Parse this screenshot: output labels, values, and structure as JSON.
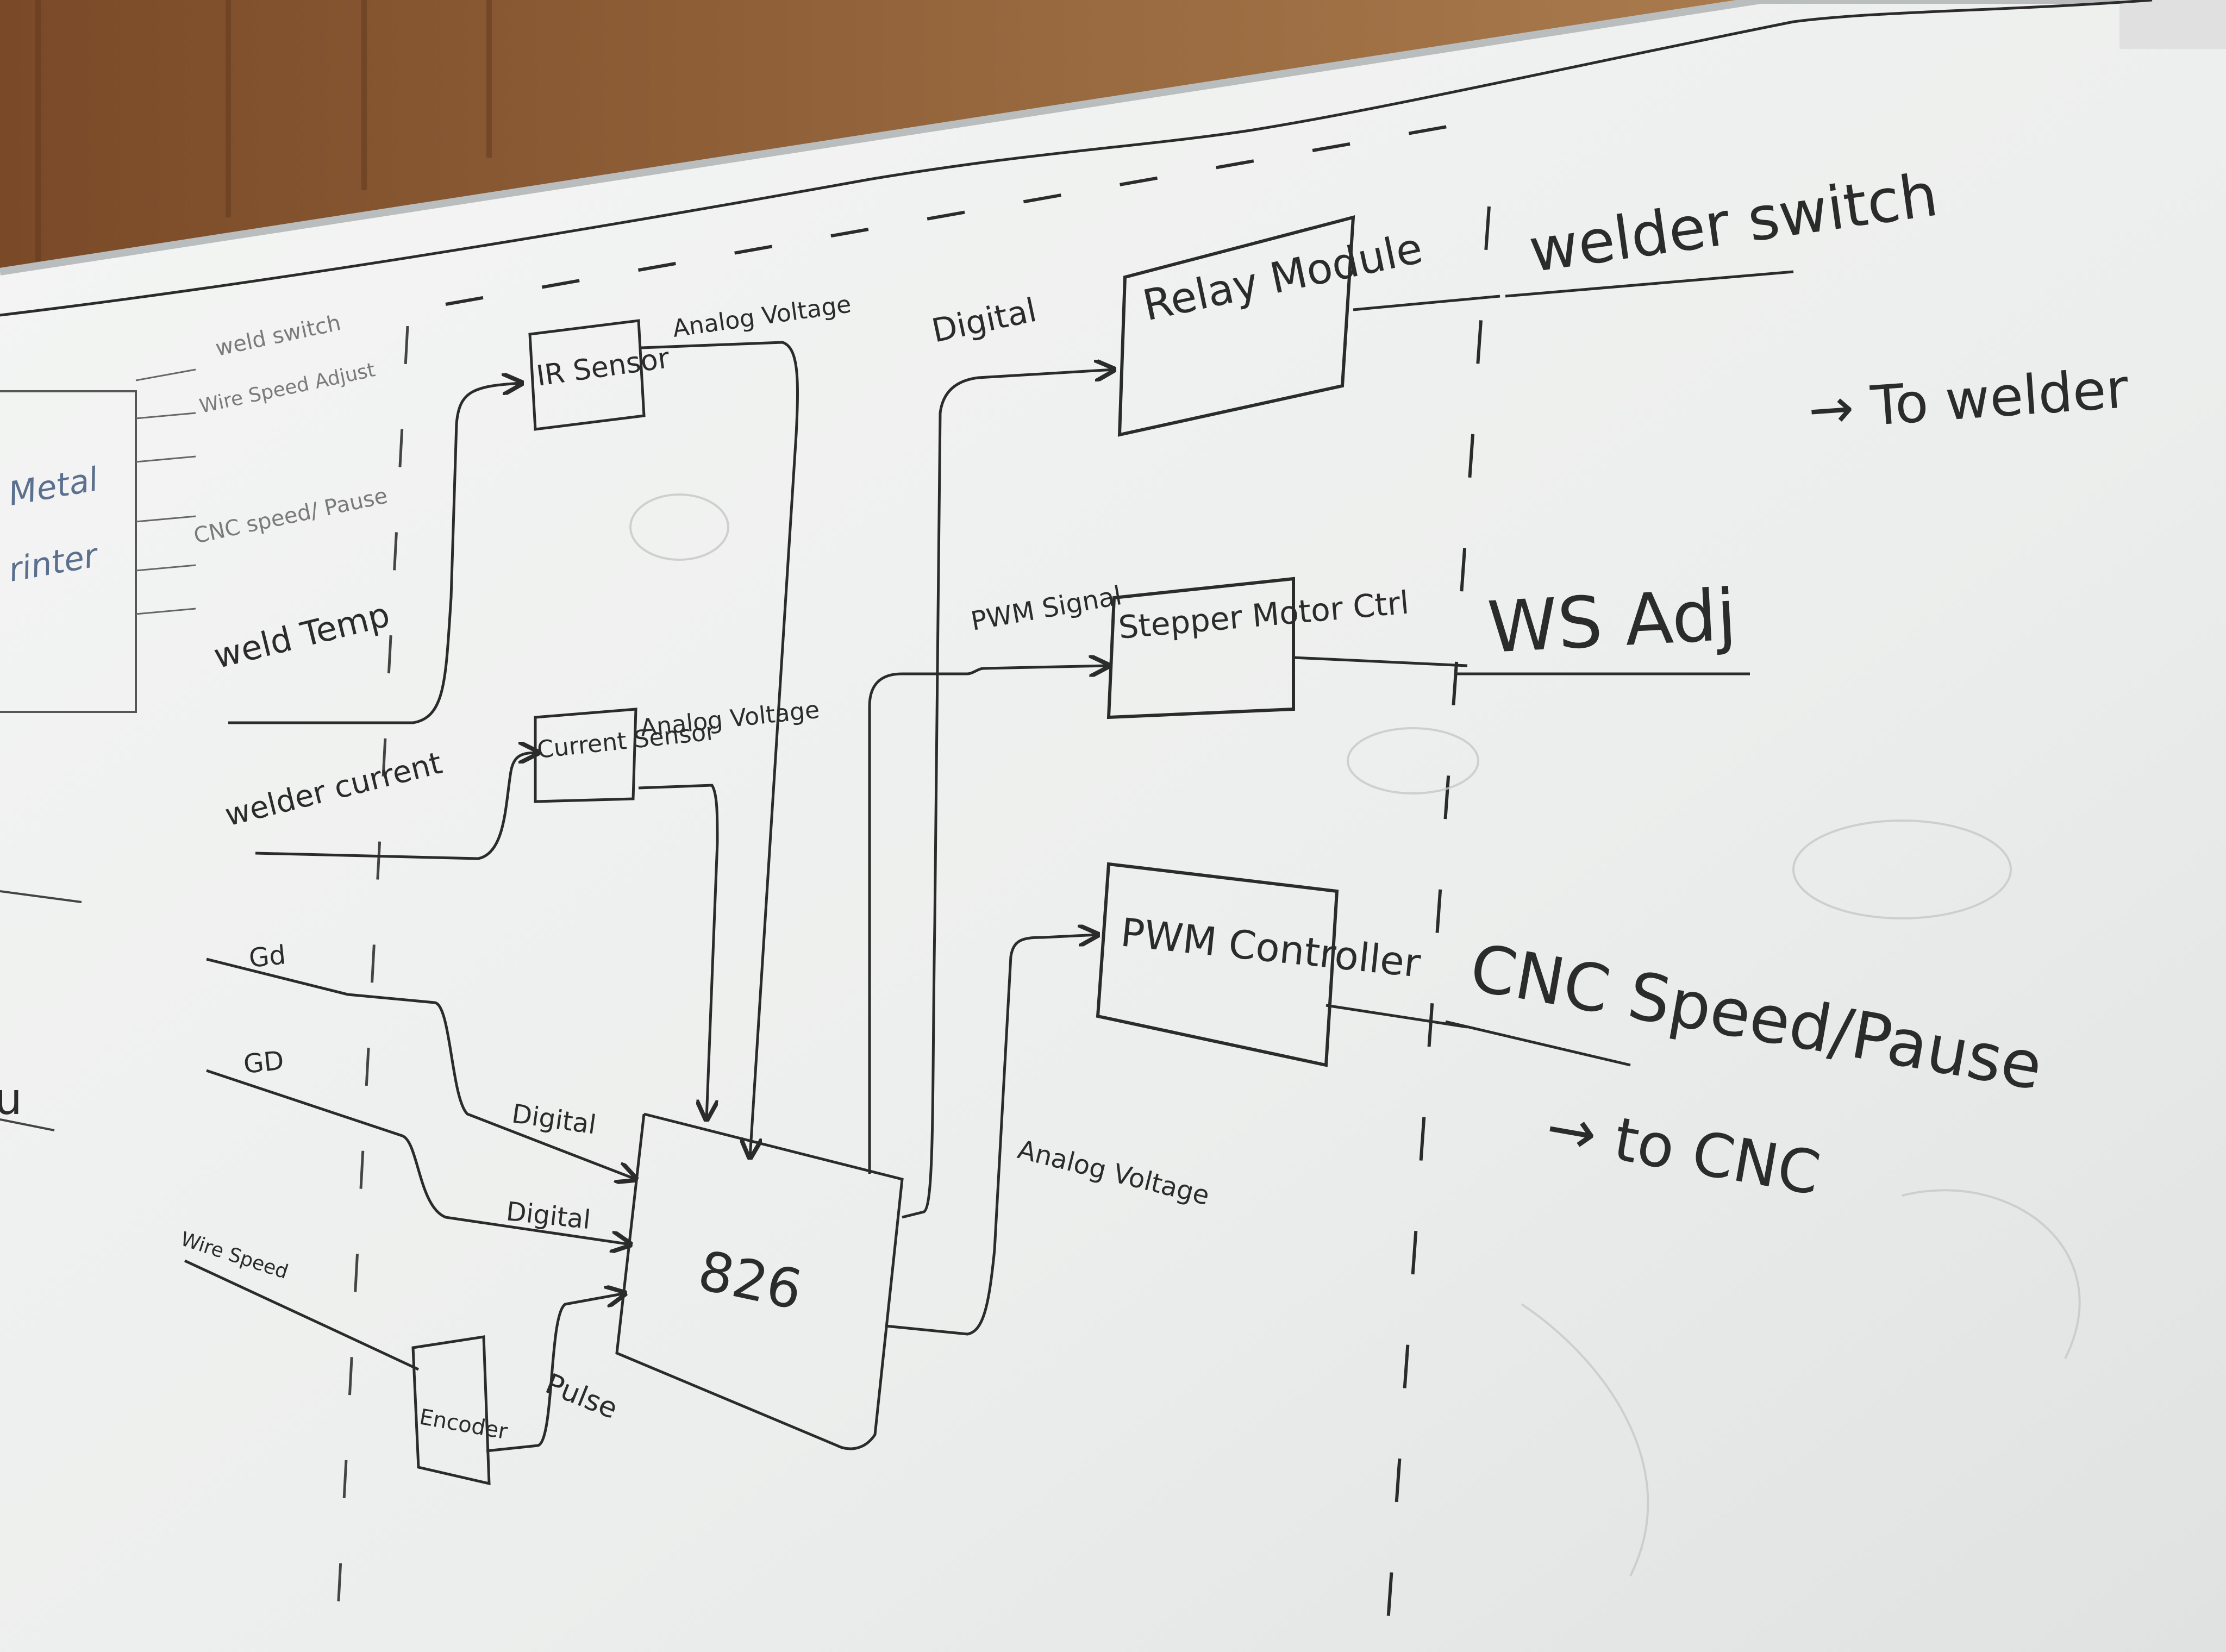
{
  "colors": {
    "wood": "#8a5a34",
    "board": "#eef0ef",
    "ink": "#2b2b2b",
    "faint_ink": "#5b6f8f",
    "gray_ink": "#7a7a7a"
  },
  "left_column": {
    "metal_label": "Metal",
    "printer_label": "rinter",
    "weld_switch": "weld switch",
    "wire_speed_adjust": "Wire Speed Adjust",
    "cnc_speed_pause": "CNC speed/ Pause",
    "weld_temp": "weld Temp",
    "welder_current": "welder current"
  },
  "blocks": {
    "ir_sensor": "IR Sensor",
    "current_sensor": "Current Sensor",
    "relay_module": "Relay Module",
    "stepper": "Stepper Motor Ctrl",
    "pwm_controller": "PWM Controller",
    "main": "826",
    "encoder": "Encoder"
  },
  "signals": {
    "analog_voltage_ir": "Analog Voltage",
    "analog_voltage_cs": "Analog Voltage",
    "digital_relay": "Digital",
    "pwm_signal": "PWM Signal",
    "analog_voltage_pwm": "Analog Voltage",
    "gd_1": "Gd",
    "gd_2": "GD",
    "digital_1": "Digital",
    "digital_2": "Digital",
    "wire_speed": "Wire Speed",
    "pulse": "Pulse"
  },
  "outputs": {
    "welder_switch": "welder switch",
    "to_welder": "→ To welder",
    "ws_adj": "WS Adj",
    "cnc_speed_pause": "CNC Speed/Pause",
    "to_cnc": "→ to CNC"
  }
}
